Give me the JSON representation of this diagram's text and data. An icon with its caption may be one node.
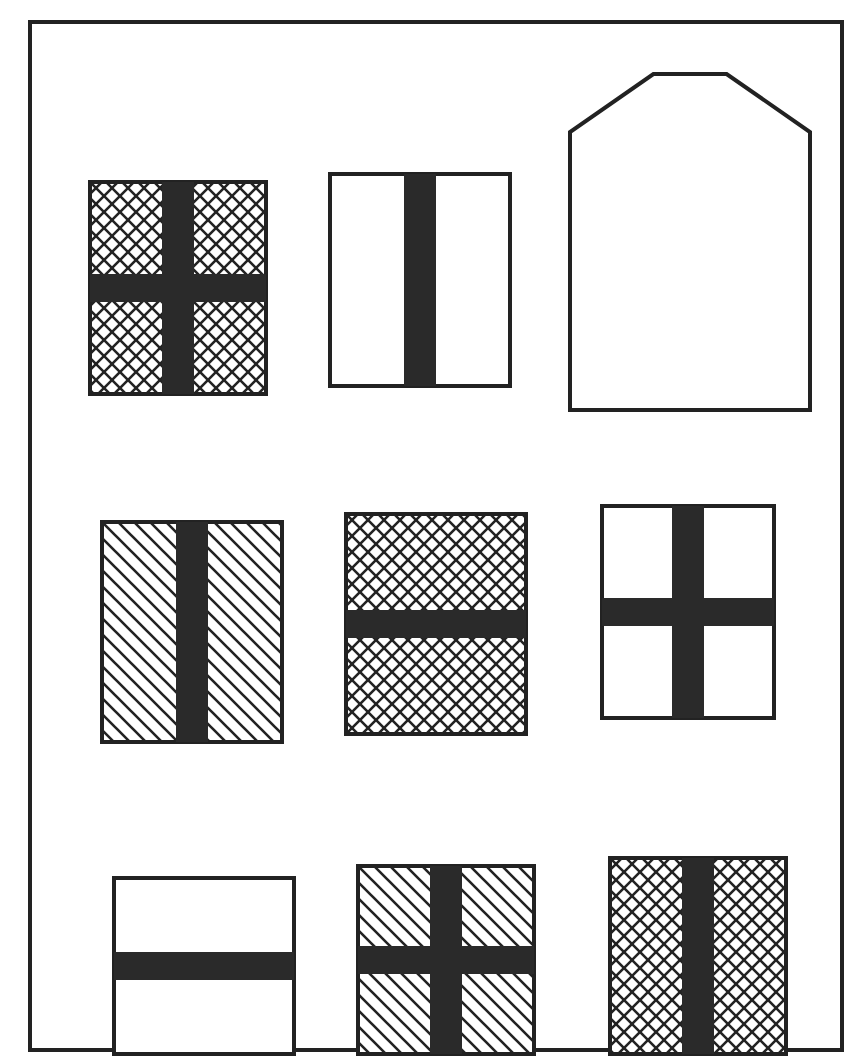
{
  "diagram": {
    "nodes": [
      {
        "text": [],
        "shape": "box"
      },
      {
        "text": [],
        "shape": "box"
      },
      {
        "text": [],
        "shape": "pentagon"
      },
      {
        "text": [],
        "shape": "box"
      },
      {
        "text": [],
        "shape": "box"
      },
      {
        "text": [],
        "shape": "box"
      },
      {
        "text": [],
        "shape": "box"
      },
      {
        "text": [],
        "shape": "box"
      },
      {
        "text": [],
        "shape": "box"
      }
    ]
  }
}
